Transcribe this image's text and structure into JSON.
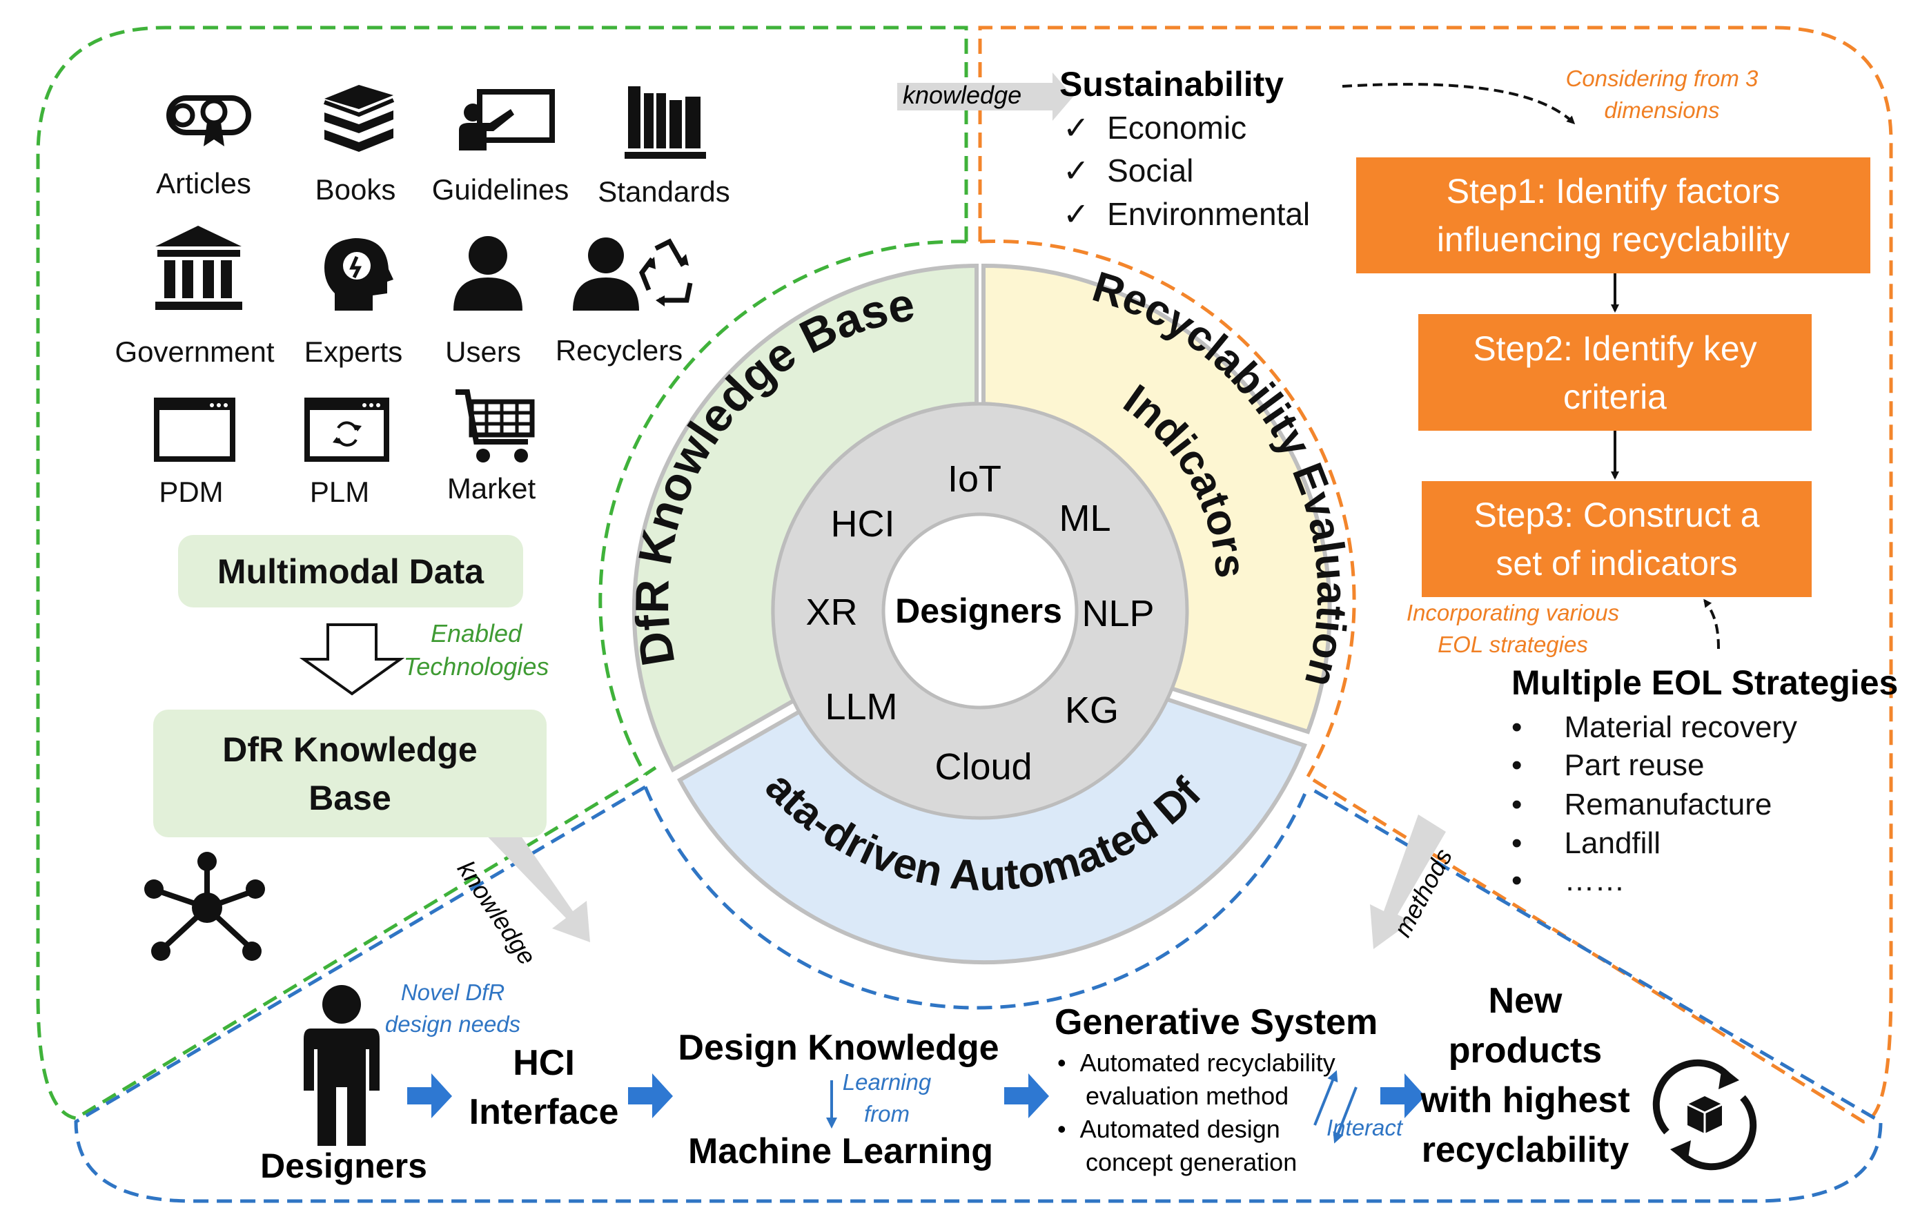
{
  "sources": {
    "row1": [
      {
        "label": "Articles",
        "icon": "diploma-scroll-icon"
      },
      {
        "label": "Books",
        "icon": "books-stack-icon"
      },
      {
        "label": "Guidelines",
        "icon": "presentation-board-icon"
      },
      {
        "label": "Standards",
        "icon": "bookshelf-icon"
      }
    ],
    "row2": [
      {
        "label": "Government",
        "icon": "government-building-icon"
      },
      {
        "label": "Experts",
        "icon": "expert-head-icon"
      },
      {
        "label": "Users",
        "icon": "user-icon"
      },
      {
        "label": "Recyclers",
        "icon": "recycler-icon"
      }
    ],
    "row3": [
      {
        "label": "PDM",
        "icon": "window-icon"
      },
      {
        "label": "PLM",
        "icon": "window-cycle-icon"
      },
      {
        "label": "Market",
        "icon": "shopping-cart-icon"
      }
    ]
  },
  "multimodal_data": "Multimodal Data",
  "enabled_technologies": [
    "Enabled",
    "Technologies"
  ],
  "dfr_kb_box": [
    "DfR Knowledge",
    "Base"
  ],
  "knowledge_arrow_top": "knowledge",
  "knowledge_arrow_left": "knowledge",
  "methods_arrow": "methods",
  "sustainability": {
    "title": "Sustainability",
    "items": [
      "Economic",
      "Social",
      "Environmental"
    ]
  },
  "considering": [
    "Considering from 3",
    "dimensions"
  ],
  "steps": [
    "Step1: Identify factors\ninfluencing recyclability",
    "Step2: Identify key\ncriteria",
    "Step3: Construct a\nset of indicators"
  ],
  "incorporating": [
    "Incorporating various",
    "EOL strategies"
  ],
  "eol": {
    "title": "Multiple EOL Strategies",
    "items": [
      "Material recovery",
      "Part reuse",
      "Remanufacture",
      "Landfill",
      "……"
    ]
  },
  "ring": {
    "outer_left": "DfR Knowledge Base",
    "outer_right_1": "Recyclability Evaluation",
    "outer_right_2": "Indicators",
    "outer_bottom": "Data-driven Automated DfR",
    "inner": [
      "IoT",
      "ML",
      "NLP",
      "KG",
      "Cloud",
      "LLM",
      "XR",
      "HCI"
    ],
    "center": "Designers"
  },
  "bottom": {
    "novel_needs": [
      "Novel DfR",
      "design needs"
    ],
    "designers": "Designers",
    "hci_interface": [
      "HCI",
      "Interface"
    ],
    "design_knowledge": "Design Knowledge",
    "learning_from": [
      "Learning",
      "from"
    ],
    "machine_learning": "Machine Learning",
    "generative_title": "Generative System",
    "generative_items": [
      [
        "Automated recyclability",
        "evaluation method"
      ],
      [
        "Automated design",
        "concept generation"
      ]
    ],
    "interact": "Interact",
    "new_products": [
      "New",
      "products",
      "with highest",
      "recyclability"
    ]
  },
  "colors": {
    "green_dash": "#3fb23a",
    "orange_dash": "#f3852b",
    "blue_dash": "#2f75c4",
    "green_fill": "#e2f0d9",
    "yellow_fill": "#fdf6d2",
    "blue_fill": "#dbe9f8",
    "orange_box": "#f5852a",
    "arrow_blue": "#2e78d2"
  }
}
